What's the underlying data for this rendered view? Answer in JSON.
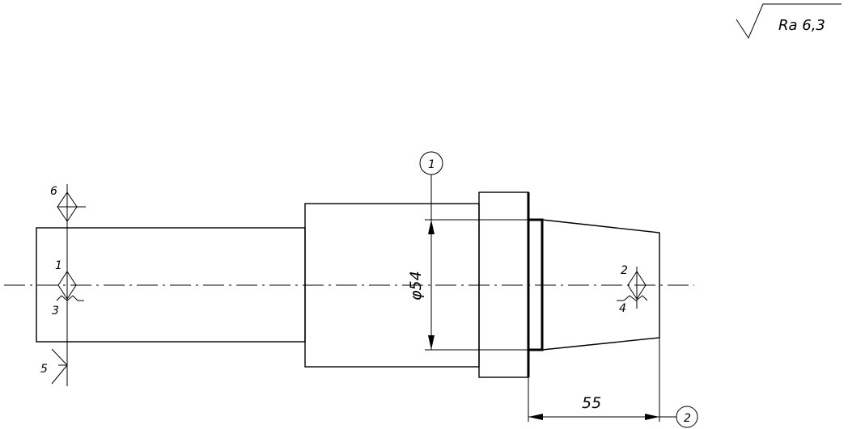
{
  "roughness": {
    "label": "Ra 6,3"
  },
  "dimensions": {
    "diameter": "φ54",
    "length": "55"
  },
  "callouts": {
    "surface_1": "1",
    "surface_2": "2"
  },
  "datum_labels": {
    "d1": "1",
    "d2": "2",
    "d3": "3",
    "d4": "4",
    "d5": "5",
    "d6": "6"
  }
}
